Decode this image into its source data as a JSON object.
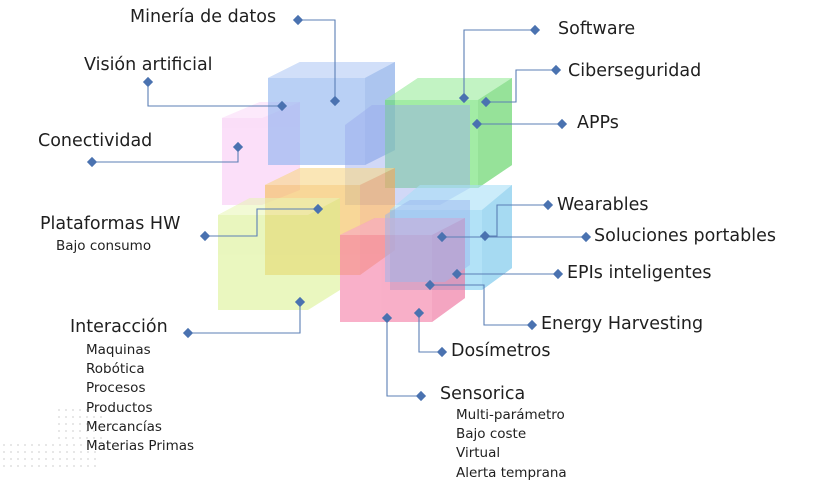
{
  "labels": {
    "mineria": "Minería de datos",
    "vision": "Visión artificial",
    "conectividad": "Conectividad",
    "plataformas": "Plataformas HW",
    "plataformas_sub": "Bajo consumo",
    "interaccion": "Interacción",
    "software": "Software",
    "ciberseguridad": "Ciberseguridad",
    "apps": "APPs",
    "wearables": "Wearables",
    "soluciones": "Soluciones portables",
    "epis": "EPIs inteligentes",
    "energy": "Energy Harvesting",
    "dosimetros": "Dosímetros",
    "sensorica": "Sensorica"
  },
  "interaccion_items": [
    "Maquinas",
    "Robótica",
    "Procesos",
    "Productos",
    "Mercancías",
    "Materias Primas"
  ],
  "sensorica_items": [
    "Multi-parámetro",
    "Bajo coste",
    "Virtual",
    "Alerta temprana"
  ],
  "colors": {
    "blue_cube": "#8fb4f0",
    "green_cube": "#66e06a",
    "pink_cube": "#f5b3f0",
    "orange_cube": "#f5c05a",
    "lime_cube": "#d8f08a",
    "cyan_cube": "#7fd0f2",
    "rose_cube": "#f57fa8",
    "connector": "#5b7fb5",
    "text": "#1f1f1f"
  }
}
